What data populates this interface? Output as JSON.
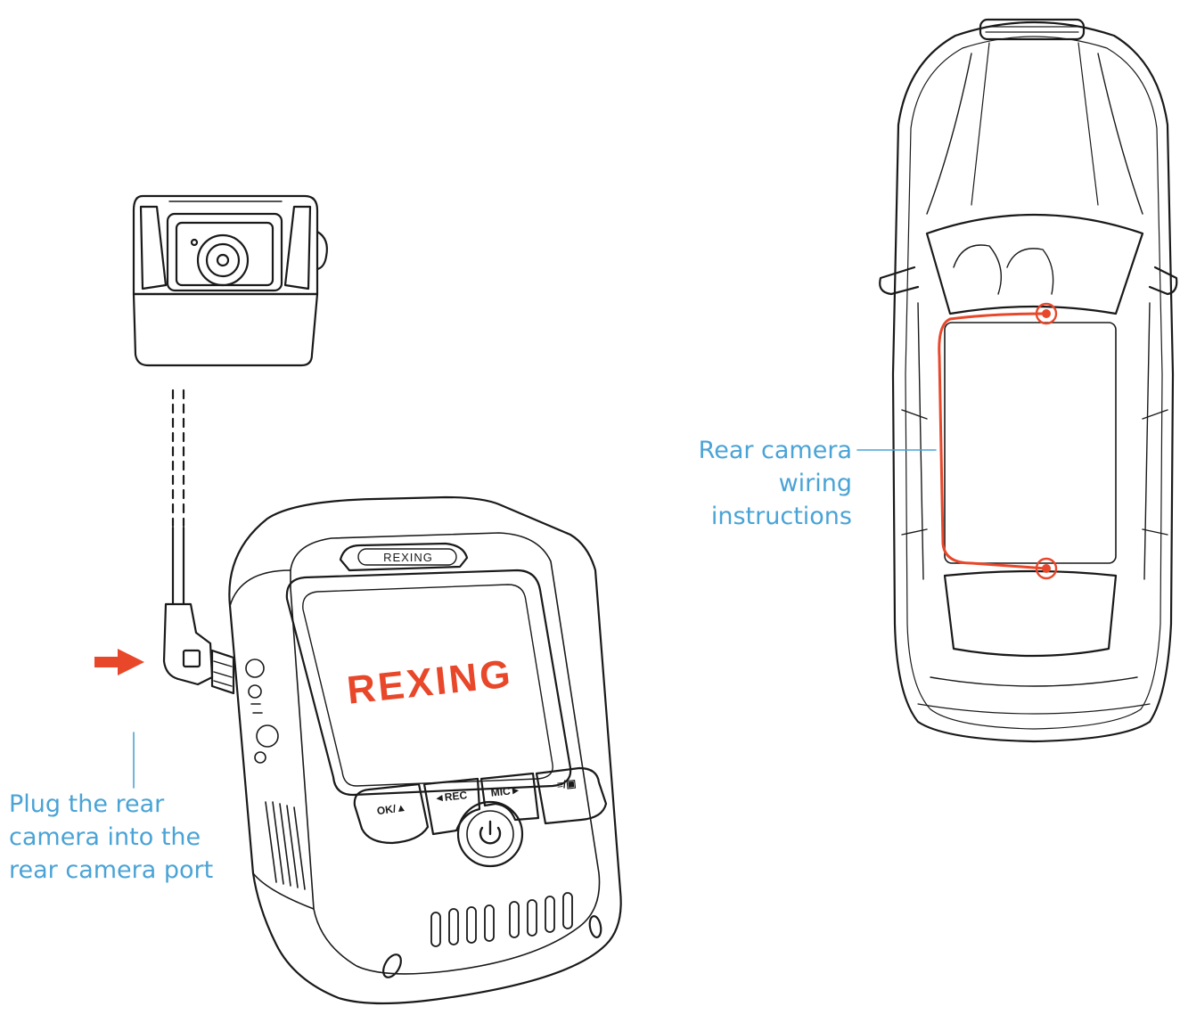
{
  "brand": {
    "logo_text": "REXING",
    "bezel_text": "REXING"
  },
  "buttons": [
    {
      "label": "OK/▲"
    },
    {
      "label": "◄REC"
    },
    {
      "label": "MIC►"
    },
    {
      "label": "≡/▣"
    }
  ],
  "callouts": {
    "plug_lines": [
      "Plug the rear",
      "camera into the",
      "rear camera port"
    ],
    "wiring_lines": [
      "Rear camera",
      "wiring",
      "instructions"
    ]
  },
  "colors": {
    "outline": "#1a1a1a",
    "callout": "#4aa3d6",
    "accent": "#e8472a"
  },
  "icons": [
    "pointer-arrow-icon",
    "power-icon",
    "mount-point-icon"
  ]
}
